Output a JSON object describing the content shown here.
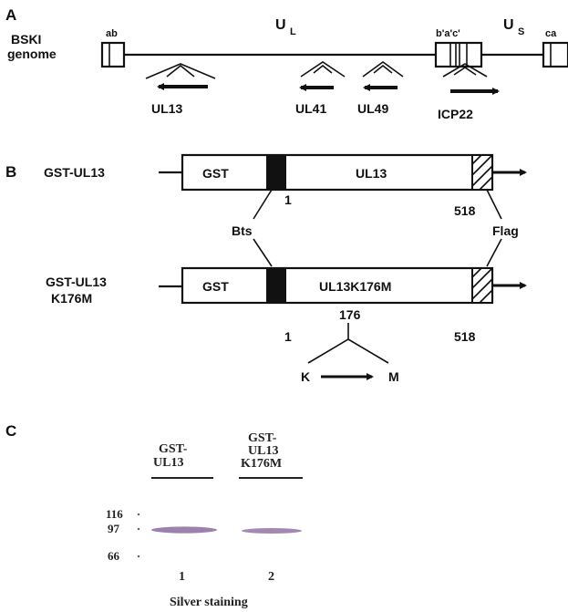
{
  "panel_a": {
    "letter": "A",
    "genome_label_1": "BSKI",
    "genome_label_2": "genome",
    "ul_label": "U",
    "ul_sub": "L",
    "us_label": "U",
    "us_sub": "S",
    "left_repeat": "ab",
    "mid_repeat": "b'a'c'",
    "right_repeat": "ca",
    "genes": [
      "UL13",
      "UL41",
      "UL49",
      "ICP22"
    ]
  },
  "panel_b": {
    "letter": "B",
    "construct1_name": "GST-UL13",
    "construct1_gst": "GST",
    "construct1_orf": "UL13",
    "start1": "1",
    "end1": "518",
    "bts_label": "Bts",
    "flag_label": "Flag",
    "construct2_name_1": "GST-UL13",
    "construct2_name_2": "K176M",
    "construct2_gst": "GST",
    "construct2_orf": "UL13K176M",
    "start2": "1",
    "mut_pos": "176",
    "end2": "518",
    "mut_from": "K",
    "mut_to": "M"
  },
  "panel_c": {
    "letter": "C",
    "lane1_header_1": "GST-",
    "lane1_header_2": "UL13",
    "lane2_header_1": "GST-",
    "lane2_header_2": "UL13",
    "lane2_header_3": "K176M",
    "markers": [
      "116",
      "97",
      "66"
    ],
    "lane_numbers": [
      "1",
      "2"
    ],
    "caption": "Silver staining",
    "band_color": "#8a6b9e"
  }
}
